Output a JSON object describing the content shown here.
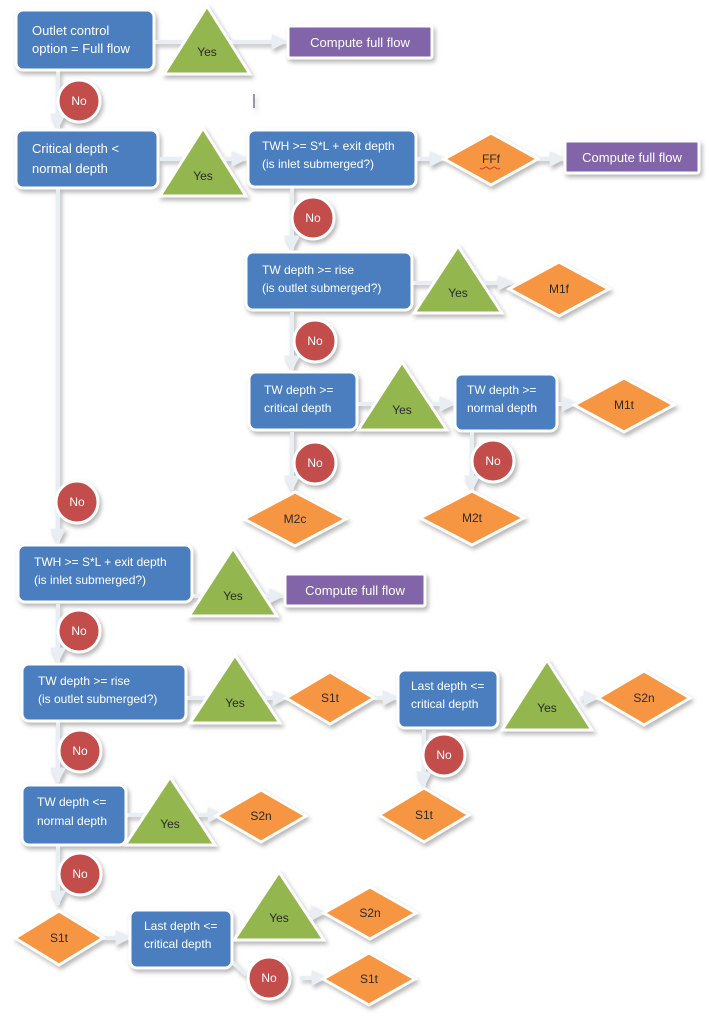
{
  "colors": {
    "decision_box": "#4a7ebf",
    "compute_box": "#8264a8",
    "yes_triangle": "#93b64e",
    "no_circle": "#c24d4b",
    "result_diamond": "#f79642",
    "connector": "#e9edf4"
  },
  "labels": {
    "yes": "Yes",
    "no": "No",
    "compute_full_flow": "Compute full flow"
  },
  "nodes": {
    "outlet_control": [
      "Outlet control",
      "option = Full flow"
    ],
    "critical_lt_normal": [
      "Critical depth <",
      "normal depth"
    ],
    "twh_inlet_1": [
      "TWH >= S*L + exit depth",
      "(is inlet submerged?)"
    ],
    "tw_rise_1": [
      "TW depth >= rise",
      "(is outlet submerged?)"
    ],
    "tw_critical_1": [
      "TW depth >=",
      "critical depth"
    ],
    "tw_normal_1": [
      "TW depth >=",
      "normal depth"
    ],
    "twh_inlet_2": [
      "TWH >= S*L + exit depth",
      "(is inlet submerged?)"
    ],
    "tw_rise_2": [
      "TW depth >= rise",
      "(is outlet submerged?)"
    ],
    "last_le_critical_1": [
      "Last depth <=",
      "critical depth"
    ],
    "tw_le_normal": [
      "TW depth <=",
      "normal depth"
    ],
    "last_le_critical_2": [
      "Last depth <=",
      "critical depth"
    ]
  },
  "results": {
    "fff": "FFf",
    "m1f": "M1f",
    "m1t": "M1t",
    "m2c": "M2c",
    "m2t": "M2t",
    "s1t_a": "S1t",
    "s2n_a": "S2n",
    "s1t_b": "S1t",
    "s2n_b": "S2n",
    "s1t_c": "S1t",
    "s2n_c": "S2n",
    "s1t_d": "S1t"
  }
}
